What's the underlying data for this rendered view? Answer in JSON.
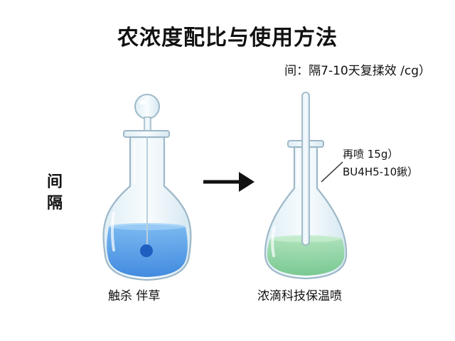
{
  "title": "农浓度配比与使用方法",
  "interval_note": "间：隔7-10天复揉效 /cg）",
  "side_label": [
    "间",
    "隔"
  ],
  "left_flask": {
    "caption": "触杀 伴草",
    "liquid_color": "#4d9be8",
    "dot_color": "#1f5fc0"
  },
  "right_flask": {
    "caption": "浓滴科技保温喷",
    "liquid_color": "#8fd3a0",
    "annotation_line1": "再喷 15g）",
    "annotation_line2": "BU4H5-10鍬）"
  },
  "arrow_icon": "right-arrow-icon",
  "colors": {
    "glass_stroke": "#9db8c8",
    "glass_fill": "#eef6fa",
    "arrow": "#111111"
  }
}
